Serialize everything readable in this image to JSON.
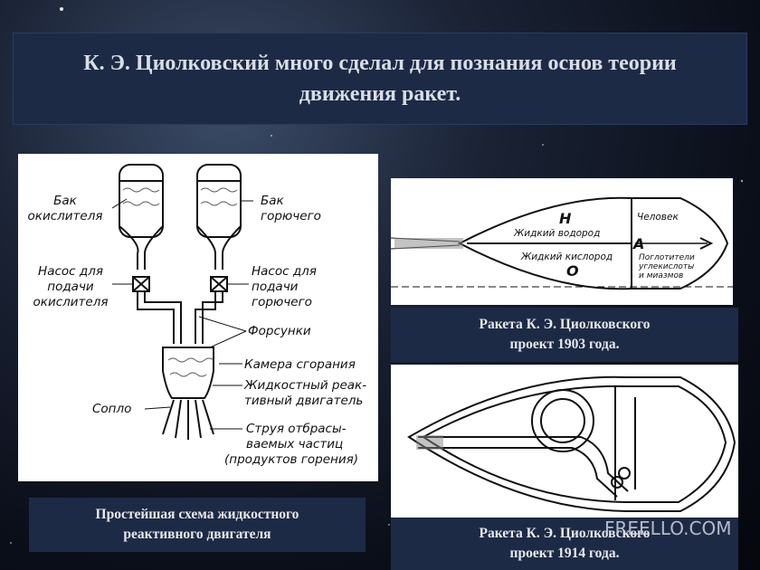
{
  "title": "К. Э. Циолковский много сделал для познания основ теории\nдвижения ракет.",
  "engine_diagram": {
    "labels": {
      "oxidizer_tank": "Бак\nокислителя",
      "fuel_tank": "Бак\nгорючего",
      "oxidizer_pump": "Насос для\nподачи\nокислителя",
      "fuel_pump": "Насос для\nподачи\nгорючего",
      "injectors": "Форсунки",
      "chamber": "Камера сгорания",
      "engine": "Жидкостный реак-\nтивный двигатель",
      "nozzle": "Сопло",
      "jet": "Струя отбрасы-\nваемых частиц\n(продуктов горения)"
    },
    "caption": "Простейшая схема жидкостного\nреактивного двигателя"
  },
  "rocket_1903": {
    "labels": {
      "h": "H",
      "hydrogen": "Жидкий водород",
      "a": "A",
      "oxygen": "Жидкий кислород",
      "o": "O",
      "human": "Человек",
      "absorbers": "Поглотители\nуглекислоты\nи миазмов"
    },
    "caption": "Ракета К. Э. Циолковского\nпроект 1903 года."
  },
  "rocket_1914": {
    "caption": "Ракета К. Э. Циолковского\nпроект 1914 года."
  },
  "watermark": "FREELLO.COM"
}
